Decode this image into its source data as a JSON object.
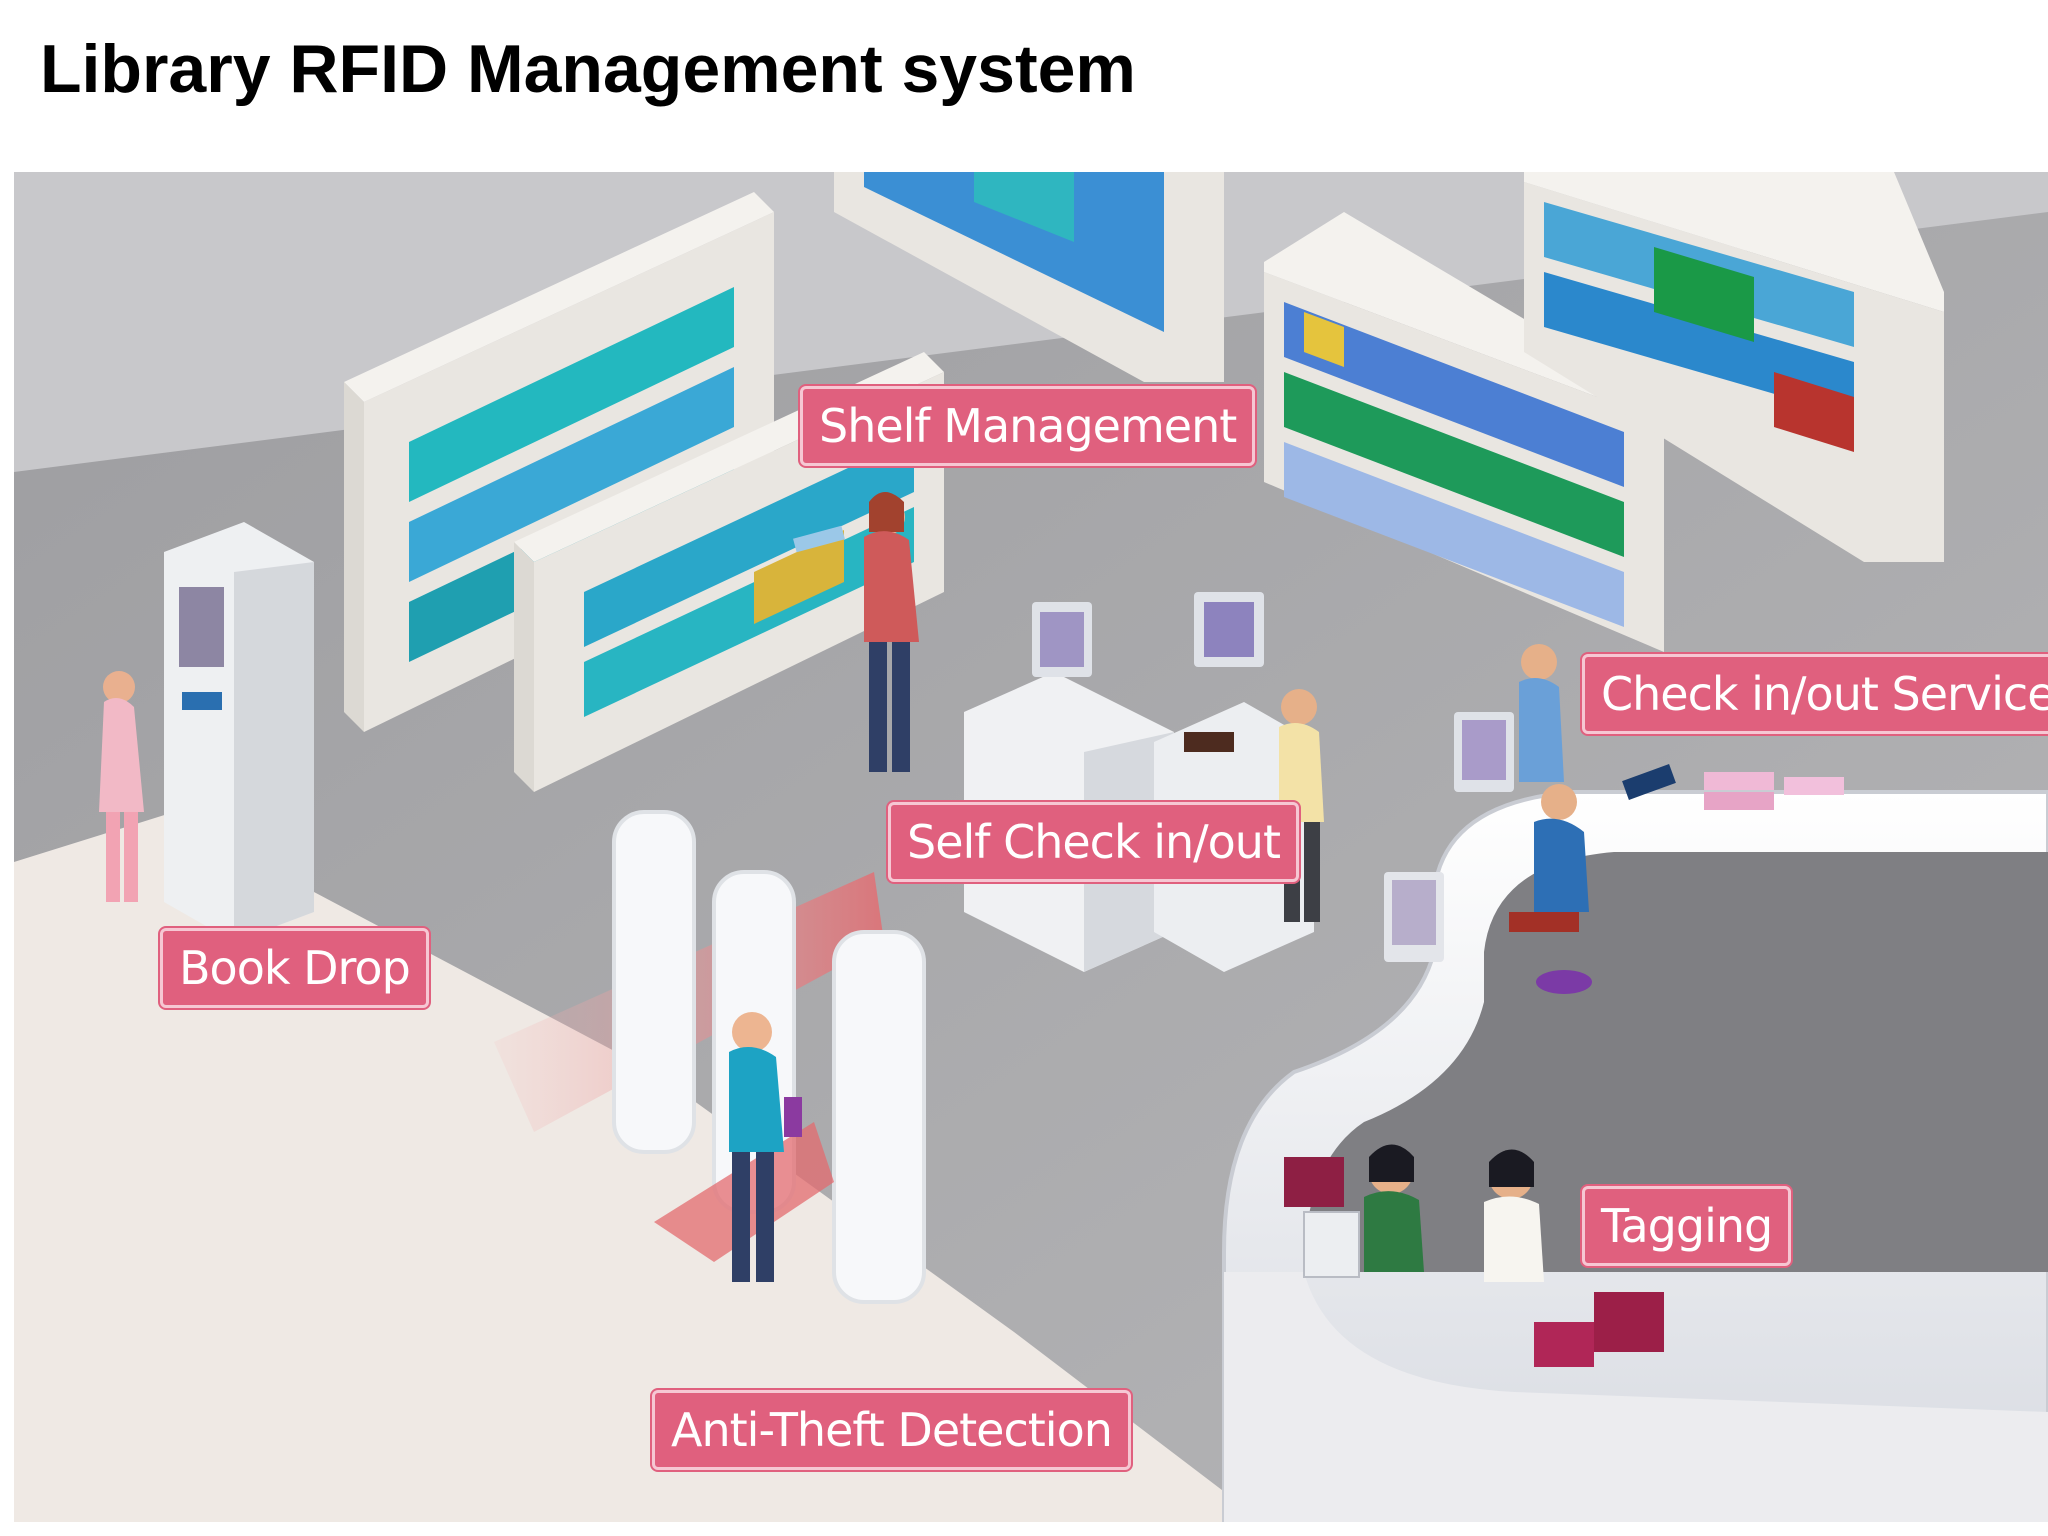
{
  "title": "Library RFID Management system",
  "labels": {
    "shelf_management": "Shelf Management",
    "check_service": "Check in/out Service",
    "self_check": "Self Check in/out",
    "book_drop": "Book Drop",
    "anti_theft": "Anti-Theft Detection",
    "tagging": "Tagging"
  },
  "colors": {
    "callout_fill": "#e0607e",
    "callout_border": "#f6c7d3",
    "floor": "#a9a9ab",
    "entrance_floor": "#efe9e4",
    "shelf": "#eceae6",
    "counter": "#f3f4f7"
  }
}
